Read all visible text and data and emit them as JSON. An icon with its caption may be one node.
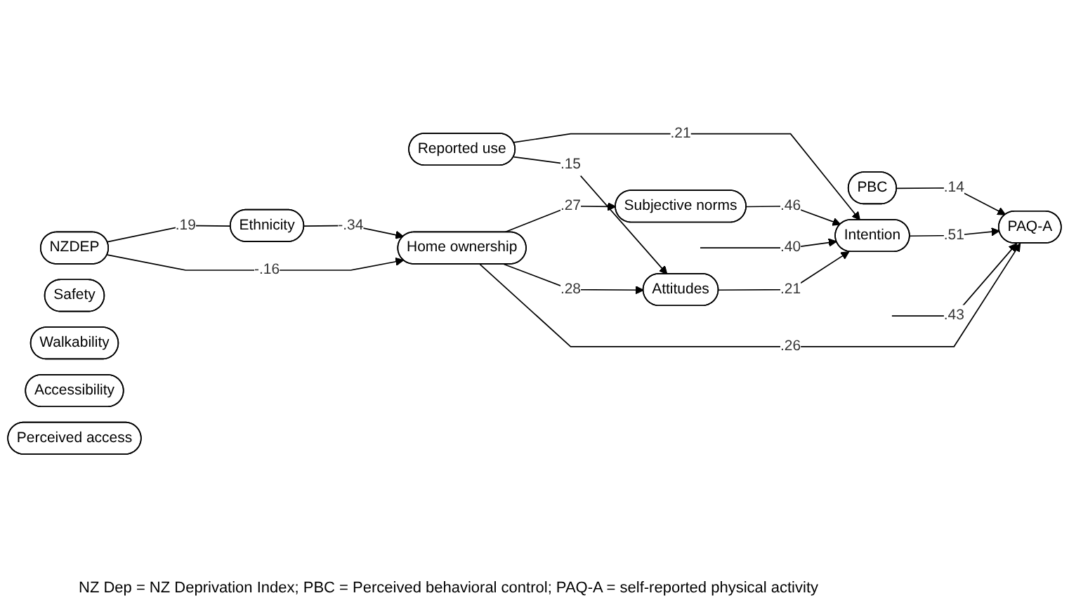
{
  "diagram": {
    "caption": "NZ Dep = NZ Deprivation Index; PBC = Perceived behavioral control; PAQ-A = self-reported physical activity",
    "nodes": [
      {
        "text": [
          "NZDEP"
        ]
      },
      {
        "text": [
          "Safety"
        ]
      },
      {
        "text": [
          "PBC"
        ]
      },
      {
        "text": [
          "Walkability"
        ]
      },
      {
        "text": [
          "Reported use"
        ]
      },
      {
        "text": [
          "Subjective norms"
        ]
      },
      {
        "text": [
          "Intention"
        ]
      },
      {
        "text": [
          "PAQ-A"
        ]
      },
      {
        "text": [
          "Accessibility"
        ]
      },
      {
        "text": [
          "Home ownership"
        ]
      },
      {
        "text": [
          "Attitudes"
        ]
      },
      {
        "text": [
          "Ethnicity"
        ]
      },
      {
        "text": [
          "Perceived access"
        ]
      }
    ],
    "edges": [
      {
        "from": 0,
        "to": 11,
        "arrow": "none",
        "label": ".19"
      },
      {
        "from": 0,
        "to": 9,
        "arrow": "to",
        "label": "-.16"
      },
      {
        "from": 11,
        "to": 9,
        "arrow": "to",
        "label": "-.34"
      },
      {
        "from": 4,
        "to": 6,
        "arrow": "to",
        "label": ".21"
      },
      {
        "from": 4,
        "to": 10,
        "arrow": "to",
        "label": ".15"
      },
      {
        "from": 9,
        "to": 5,
        "arrow": "to",
        "label": ".27"
      },
      {
        "from": 9,
        "to": 10,
        "arrow": "to",
        "label": ".28"
      },
      {
        "from": 9,
        "to": 7,
        "arrow": "to",
        "label": ".26"
      },
      {
        "from": 5,
        "to": 6,
        "arrow": "to",
        "label": ".46"
      },
      {
        "from": 10,
        "to": 6,
        "arrow": "to",
        "label": ".21"
      },
      {
        "from": 2,
        "to": 7,
        "arrow": "to",
        "label": ".14"
      },
      {
        "from": 6,
        "to": 7,
        "arrow": "to",
        "label": ".51"
      },
      {
        "from": null,
        "to": 6,
        "arrow": "to",
        "label": ".40"
      },
      {
        "from": null,
        "to": 7,
        "arrow": "to",
        "label": ".43"
      }
    ]
  }
}
